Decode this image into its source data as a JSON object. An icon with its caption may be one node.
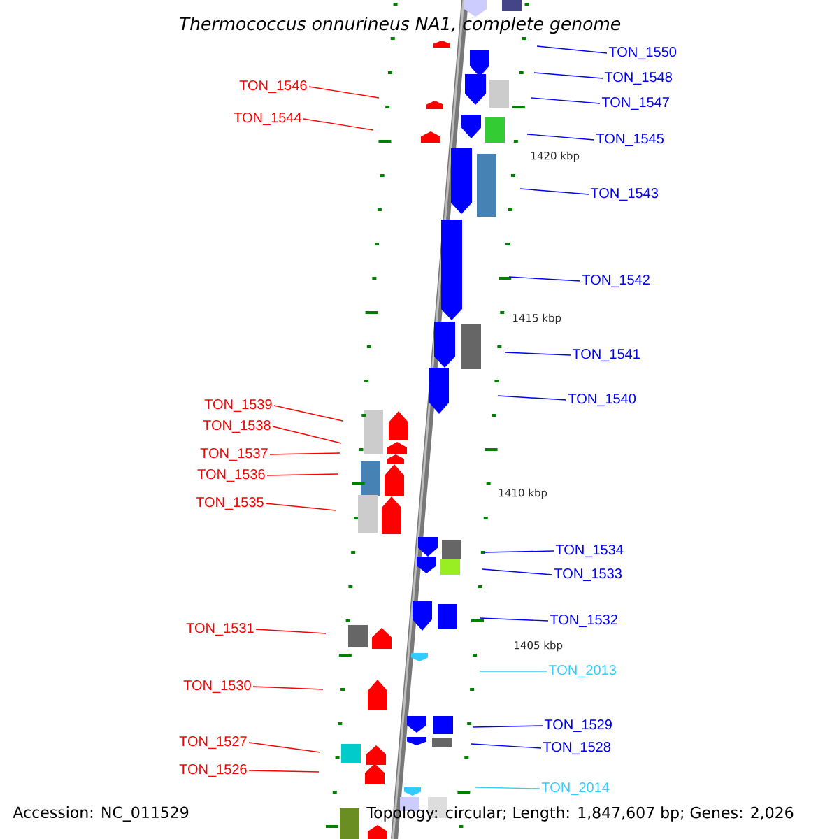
{
  "diagram": {
    "title": "Thermococcus onnurineus NA1, complete genome",
    "nodes": [
      {
        "text": [
          "TON_1550"
        ]
      },
      {
        "text": [
          "TON_1548"
        ]
      },
      {
        "text": [
          "TON_1546"
        ]
      },
      {
        "text": [
          "TON_1547"
        ]
      },
      {
        "text": [
          "TON_1544"
        ]
      },
      {
        "text": [
          "TON_1545"
        ]
      },
      {
        "text": [
          "TON_1543"
        ]
      },
      {
        "text": [
          "TON_1542"
        ]
      },
      {
        "text": [
          "TON_1541"
        ]
      },
      {
        "text": [
          "TON_1540"
        ]
      },
      {
        "text": [
          "TON_1539"
        ]
      },
      {
        "text": [
          "TON_1538"
        ]
      },
      {
        "text": [
          "TON_1537"
        ]
      },
      {
        "text": [
          "TON_1536"
        ]
      },
      {
        "text": [
          "TON_1535"
        ]
      },
      {
        "text": [
          "TON_1534"
        ]
      },
      {
        "text": [
          "TON_1533"
        ]
      },
      {
        "text": [
          "TON_1532"
        ]
      },
      {
        "text": [
          "TON_1531"
        ]
      },
      {
        "text": [
          "TON_2013"
        ]
      },
      {
        "text": [
          "TON_1530"
        ]
      },
      {
        "text": [
          "TON_1529"
        ]
      },
      {
        "text": [
          "TON_1527"
        ]
      },
      {
        "text": [
          "TON_1528"
        ]
      },
      {
        "text": [
          "TON_1526"
        ]
      },
      {
        "text": [
          "TON_2014"
        ]
      }
    ],
    "edges": [
      {
        "from": 0,
        "to": null,
        "arrow": "none"
      },
      {
        "from": 1,
        "to": null,
        "arrow": "none"
      },
      {
        "from": 2,
        "to": null,
        "arrow": "none",
        "color": "#ff0000"
      },
      {
        "from": 3,
        "to": null,
        "arrow": "none"
      },
      {
        "from": 4,
        "to": null,
        "arrow": "none",
        "color": "#ff0000"
      },
      {
        "from": 5,
        "to": null,
        "arrow": "none"
      },
      {
        "from": 6,
        "to": null,
        "arrow": "none"
      },
      {
        "from": 7,
        "to": null,
        "arrow": "none"
      },
      {
        "from": 8,
        "to": null,
        "arrow": "none"
      },
      {
        "from": 9,
        "to": null,
        "arrow": "none"
      },
      {
        "from": 10,
        "to": null,
        "arrow": "none",
        "color": "#ff0000"
      },
      {
        "from": 11,
        "to": null,
        "arrow": "none",
        "color": "#ff0000"
      },
      {
        "from": 12,
        "to": null,
        "arrow": "none",
        "color": "#ff0000"
      },
      {
        "from": 13,
        "to": null,
        "arrow": "none",
        "color": "#ff0000"
      },
      {
        "from": 14,
        "to": null,
        "arrow": "none",
        "color": "#ff0000"
      },
      {
        "from": 15,
        "to": null,
        "arrow": "none"
      },
      {
        "from": 16,
        "to": null,
        "arrow": "none"
      },
      {
        "from": 17,
        "to": null,
        "arrow": "none"
      },
      {
        "from": 18,
        "to": null,
        "arrow": "none",
        "color": "#ff0000"
      },
      {
        "from": 19,
        "to": null,
        "arrow": "none",
        "color": "#33ccff"
      },
      {
        "from": 20,
        "to": null,
        "arrow": "none",
        "color": "#ff0000"
      },
      {
        "from": 21,
        "to": null,
        "arrow": "none"
      },
      {
        "from": 22,
        "to": null,
        "arrow": "none",
        "color": "#ff0000"
      },
      {
        "from": 23,
        "to": null,
        "arrow": "none"
      },
      {
        "from": 24,
        "to": null,
        "arrow": "none",
        "color": "#ff0000"
      },
      {
        "from": 25,
        "to": null,
        "arrow": "none",
        "color": "#33ccff"
      }
    ],
    "labels": [
      "1420 kbp",
      "1415 kbp",
      "1410 kbp",
      "1405 kbp",
      "Accession: NC_011529",
      "Topology: circular; Length: 1,847,607 bp; Genes: 2,026"
    ]
  }
}
